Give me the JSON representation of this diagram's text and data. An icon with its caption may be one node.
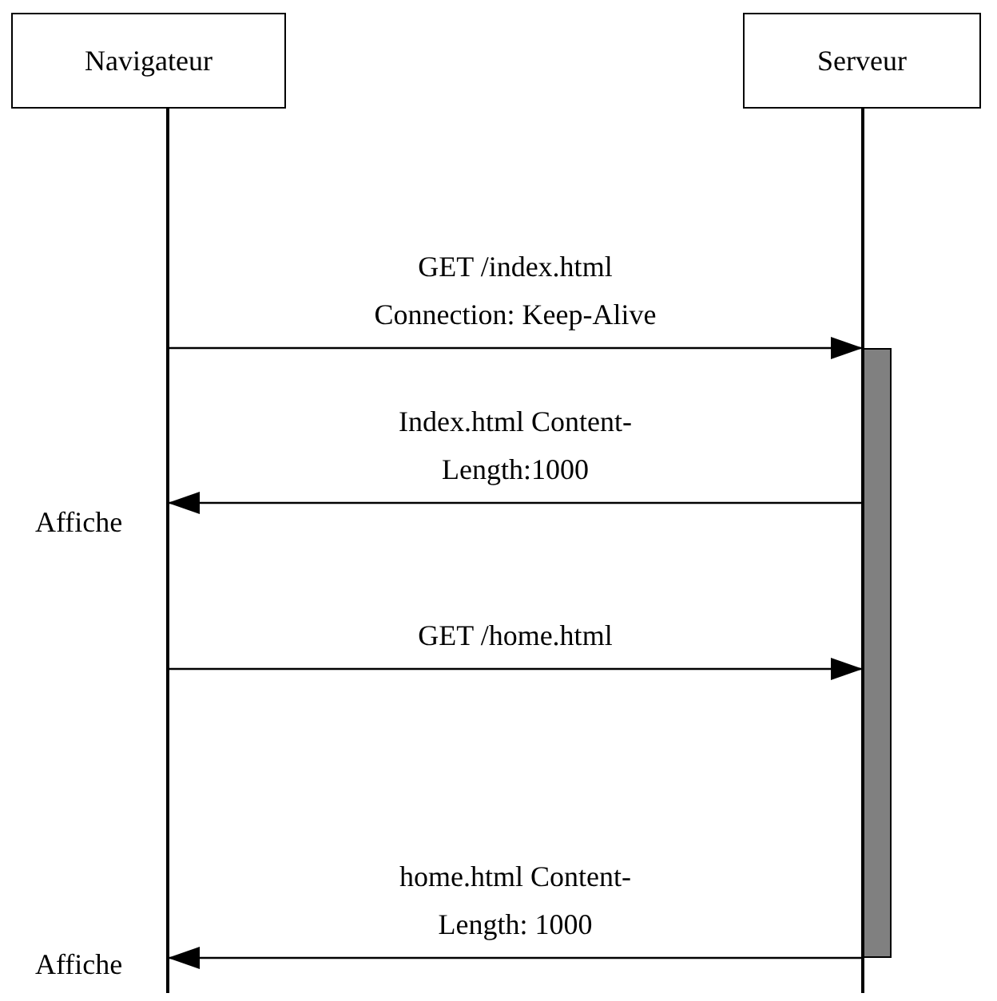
{
  "diagram": {
    "nodes": [
      {
        "text": [
          "Navigateur"
        ]
      },
      {
        "text": [
          "Serveur"
        ]
      },
      {
        "text": [],
        "shape": "line"
      },
      {
        "text": [],
        "shape": "line"
      },
      {
        "text": [],
        "shape": "bar"
      }
    ],
    "edges": [
      {
        "from": 2,
        "to": 4,
        "arrow": "to",
        "label": "GET /index.html Connection: Keep-Alive"
      },
      {
        "from": 4,
        "to": 2,
        "arrow": "to",
        "label": "Index.html Content-Length:1000"
      },
      {
        "from": 2,
        "to": 4,
        "arrow": "to",
        "label": "GET /home.html"
      },
      {
        "from": 4,
        "to": 2,
        "arrow": "to",
        "label": "home.html Content-Length: 1000"
      }
    ],
    "labels": [
      "Affiche",
      "Affiche"
    ]
  }
}
